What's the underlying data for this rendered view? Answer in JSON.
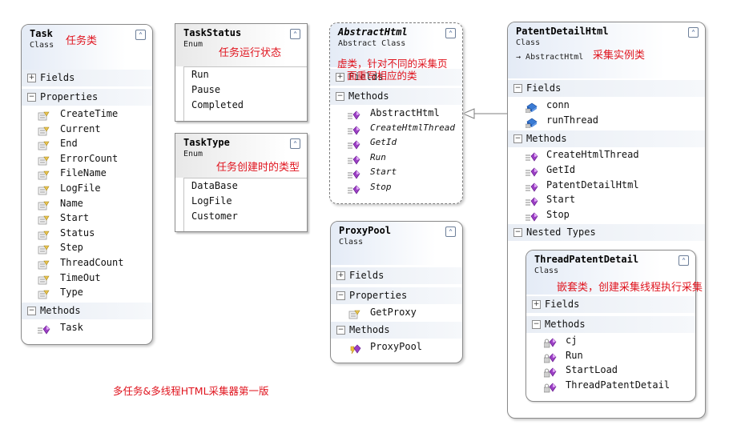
{
  "task": {
    "name": "Task",
    "kind": "Class",
    "fields_label": "Fields",
    "properties_label": "Properties",
    "methods_label": "Methods",
    "properties": [
      "CreateTime",
      "Current",
      "End",
      "ErrorCount",
      "FileName",
      "LogFile",
      "Name",
      "Start",
      "Status",
      "Step",
      "ThreadCount",
      "TimeOut",
      "Type"
    ],
    "methods": [
      "Task"
    ]
  },
  "task_status": {
    "name": "TaskStatus",
    "kind": "Enum",
    "values": [
      "Run",
      "Pause",
      "Completed"
    ]
  },
  "task_type": {
    "name": "TaskType",
    "kind": "Enum",
    "values": [
      "DataBase",
      "LogFile",
      "Customer"
    ]
  },
  "abstract_html": {
    "name": "AbstractHtml",
    "kind": "Abstract Class",
    "fields_label": "Fields",
    "methods_label": "Methods",
    "methods": [
      "AbstractHtml",
      "CreateHtmlThread",
      "GetId",
      "Run",
      "Start",
      "Stop"
    ]
  },
  "proxy_pool": {
    "name": "ProxyPool",
    "kind": "Class",
    "fields_label": "Fields",
    "properties_label": "Properties",
    "methods_label": "Methods",
    "properties": [
      "GetProxy"
    ],
    "methods": [
      "ProxyPool"
    ]
  },
  "patent_detail_html": {
    "name": "PatentDetailHtml",
    "kind": "Class",
    "base": "AbstractHtml",
    "fields_label": "Fields",
    "methods_label": "Methods",
    "nested_label": "Nested Types",
    "fields": [
      "conn",
      "runThread"
    ],
    "methods": [
      "CreateHtmlThread",
      "GetId",
      "PatentDetailHtml",
      "Start",
      "Stop"
    ]
  },
  "thread_patent_detail": {
    "name": "ThreadPatentDetail",
    "kind": "Class",
    "fields_label": "Fields",
    "methods_label": "Methods",
    "methods": [
      "cj",
      "Run",
      "StartLoad",
      "ThreadPatentDetail"
    ]
  },
  "annotations": {
    "task": "任务类",
    "task_status": "任务运行状态",
    "task_type": "任务创建时的类型",
    "abstract_html_1": "虚类，针对不同的采集页",
    "abstract_html_2": "面重写相应的类",
    "patent": "采集实例类",
    "thread": "嵌套类，创建采集线程执行采集",
    "caption": "多任务&多线程HTML采集器第一版"
  },
  "colors": {
    "annotation": "#e0141e",
    "method_icon": "#9b3fc4",
    "field_icon": "#2f6fd0",
    "property_icon": "#d7b54a"
  }
}
